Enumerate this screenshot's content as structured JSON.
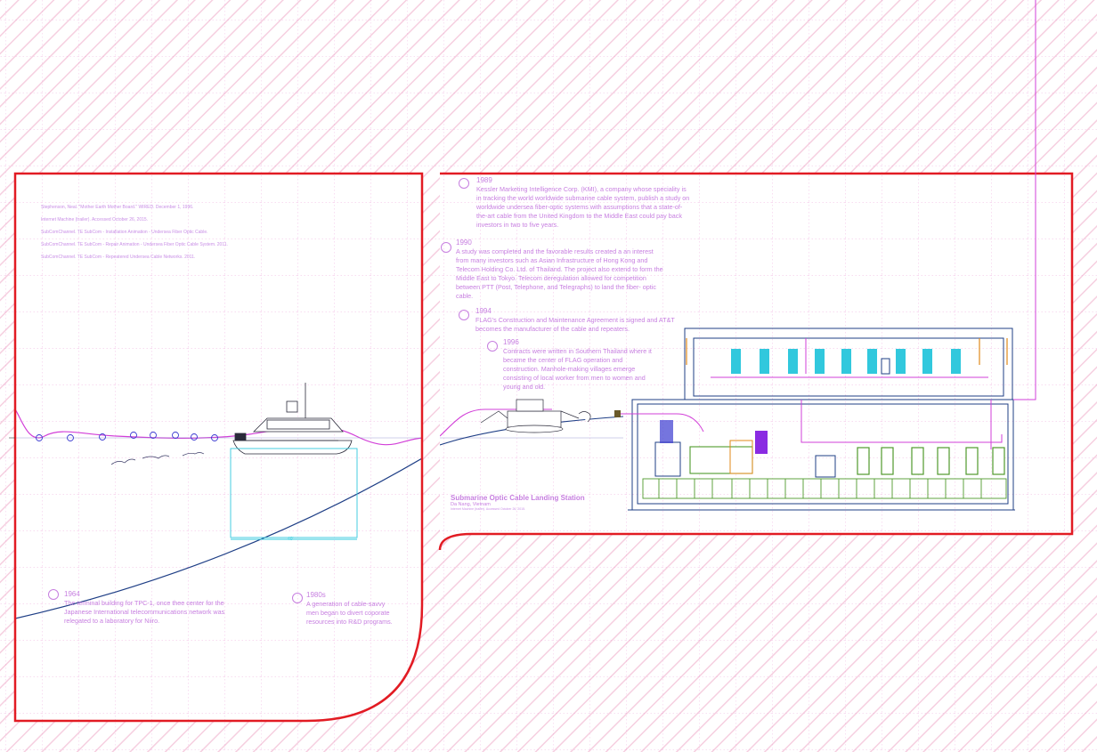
{
  "references": [
    "Stephenson, Neal. \"Mother Earth Mother Board.\" WIRED. December 1, 1996.",
    "Internet Machine (trailer). Accessed October 26, 2015.",
    "SubComChannel. TE SubCom - Installation Animation - Undersea Fiber Optic Cable.",
    "SubComChannel. TE SubCom - Repair Animation - Undersea Fiber Optic Cable System. 2011.",
    "SubComChannel. TE SubCom - Repeatered Undersea Cable Networks. 2011."
  ],
  "timeline": {
    "y1964": {
      "year": "1964",
      "text": "The terminal building for TPC-1, once thee center for the Japanese International telecommunications network was relegated to a laboratory for Niiro."
    },
    "y1980": {
      "year": "1980s",
      "text": "A generation of cable-savvy men began to divert coporate resources into R&D programs."
    },
    "y1989": {
      "year": "1989",
      "text": "Kessler Marketing Intelligence Corp. (KMI), a company whose speciality is in tracking the world worldwide submarine cable system, publish a study on worldwide undersea fiber-optic systems with assumptions that a state-of-the-art cable from the United Kingdom to the Middle East could pay back investors in two to five years."
    },
    "y1990": {
      "year": "1990",
      "text": "A study was completed and the favorable results created a an interest from many investors such as Asian Infrastructure of Hong Kong and Telecom Holding Co. Ltd. of Thailand. The project also extend to form the Middle East to Tokyo. Telecom deregulation allowed for competition between PTT (Post, Telephone, and Telegraphs) to land the fiber- optic cable."
    },
    "y1994": {
      "year": "1994",
      "text": "FLAG's Construction and Maintenance Agreement is signed and AT&T becomes the manufacturer of the cable and repeaters."
    },
    "y1996": {
      "year": "1996",
      "text": "Contracts were written in Southern Thailand where it became the center of FLAG operation and construction. Manhole-making villages emerge consisting of local worker from men to women and young and old."
    }
  },
  "station": {
    "title": "Submarine Optic Cable Landing Station",
    "location": "Da Nang, Vietnam",
    "source": "Internet Machine (trailer). Accessed October 26, 2015."
  },
  "dimension_label": "40'",
  "colors": {
    "frame": "#e21b23",
    "text": "#c77fe0",
    "hatch": "#f6cfe0",
    "grid": "#e88ad0",
    "seabed": "#1f3f86",
    "water": "#d23fd8",
    "cyan": "#31c8dd",
    "green": "#4f9a2c",
    "orange": "#e08a1a"
  }
}
